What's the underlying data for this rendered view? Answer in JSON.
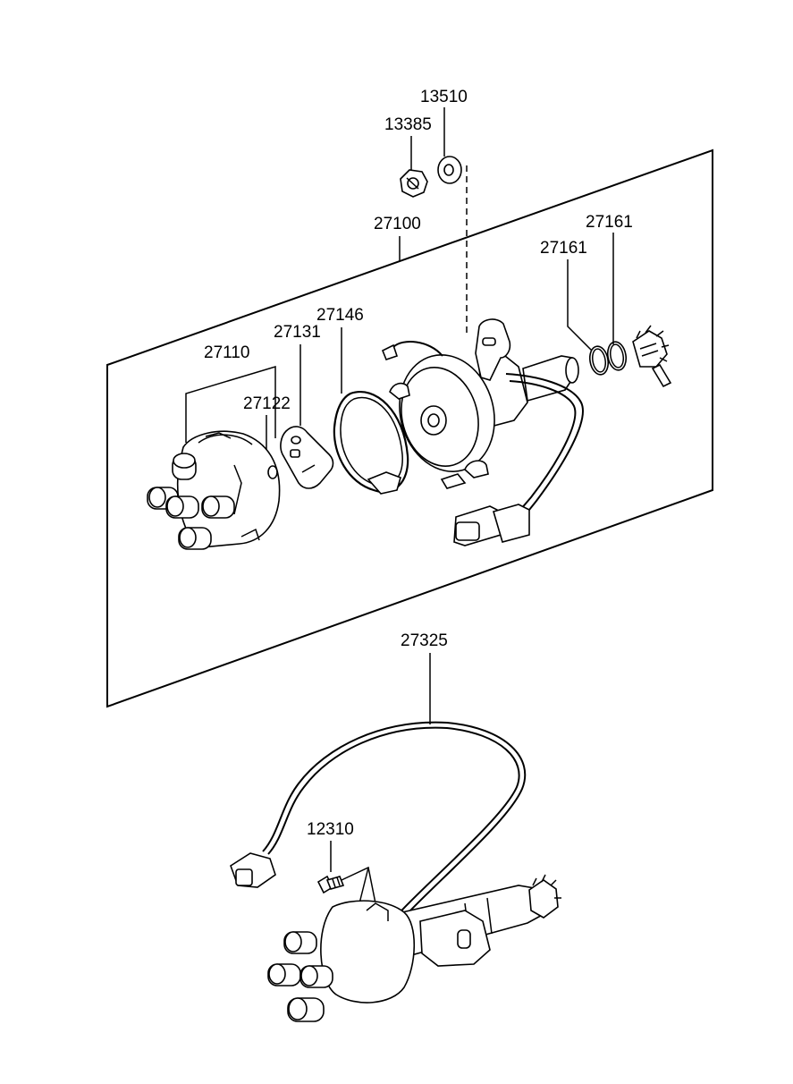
{
  "labels": {
    "p13510": "13510",
    "p13385": "13385",
    "p27100": "27100",
    "p27161a": "27161",
    "p27161b": "27161",
    "p27146": "27146",
    "p27131": "27131",
    "p27110": "27110",
    "p27122": "27122",
    "p27325": "27325",
    "p12310": "12310"
  }
}
